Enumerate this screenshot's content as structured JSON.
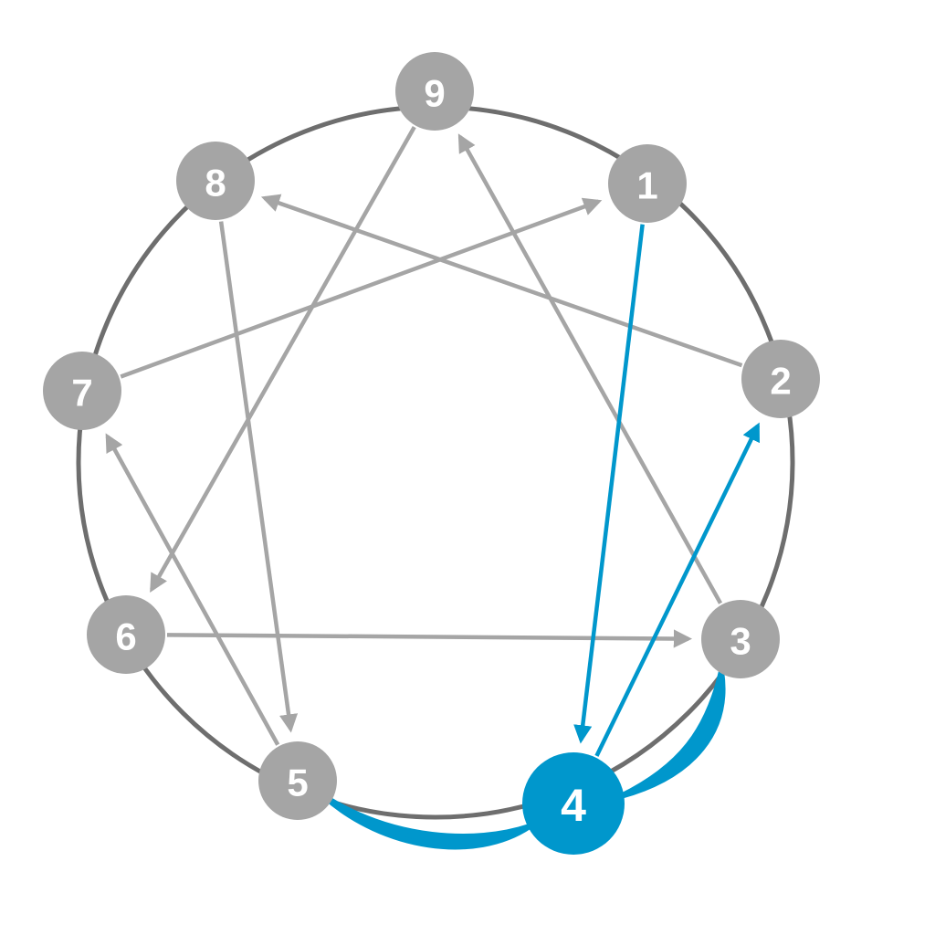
{
  "diagram": {
    "title_type": "enneagram",
    "highlight_node": "4",
    "colors": {
      "ring": "#6e6e6e",
      "node": "#a5a5a5",
      "edge": "#a5a5a5",
      "highlight": "#0097cc"
    },
    "nodes": [
      {
        "id": "9",
        "label": "9"
      },
      {
        "id": "1",
        "label": "1"
      },
      {
        "id": "2",
        "label": "2"
      },
      {
        "id": "3",
        "label": "3"
      },
      {
        "id": "4",
        "label": "4"
      },
      {
        "id": "5",
        "label": "5"
      },
      {
        "id": "6",
        "label": "6"
      },
      {
        "id": "7",
        "label": "7"
      },
      {
        "id": "8",
        "label": "8"
      }
    ],
    "edges": [
      {
        "from": "9",
        "to": "6",
        "highlight": false
      },
      {
        "from": "8",
        "to": "5",
        "highlight": false
      },
      {
        "from": "7",
        "to": "1",
        "highlight": false
      },
      {
        "from": "2",
        "to": "8",
        "highlight": false
      },
      {
        "from": "3",
        "to": "9",
        "highlight": false
      },
      {
        "from": "5",
        "to": "7",
        "highlight": false
      },
      {
        "from": "6",
        "to": "3",
        "highlight": false
      },
      {
        "from": "1",
        "to": "4",
        "highlight": true
      },
      {
        "from": "4",
        "to": "2",
        "highlight": true
      }
    ],
    "wings": [
      {
        "from": "4",
        "to": "3"
      },
      {
        "from": "4",
        "to": "5"
      }
    ]
  }
}
